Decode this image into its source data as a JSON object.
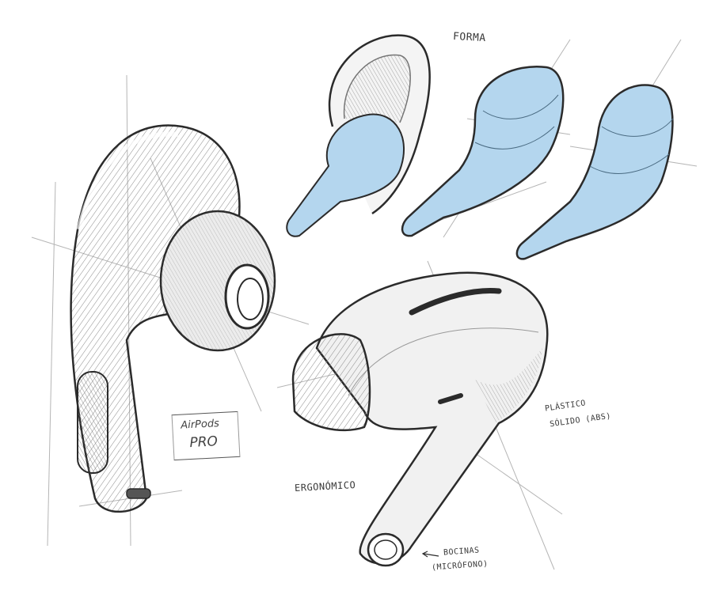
{
  "labels": {
    "forma": "FORMA",
    "ergonomico": "ERGONÓMICO",
    "plastico_line1": "PLÁSTICO",
    "plastico_line2": "SÓLIDO (ABS)",
    "bocinas_line1": "BOCINAS",
    "bocinas_line2": "(MICRÓFONO)",
    "airpods_line1": "AirPods",
    "airpods_line2": "PRO"
  },
  "colors": {
    "paper": "#ffffff",
    "pencil": "#2b2b2b",
    "shade": "#9a9a9a",
    "blue_fill": "#b4d6ee"
  }
}
